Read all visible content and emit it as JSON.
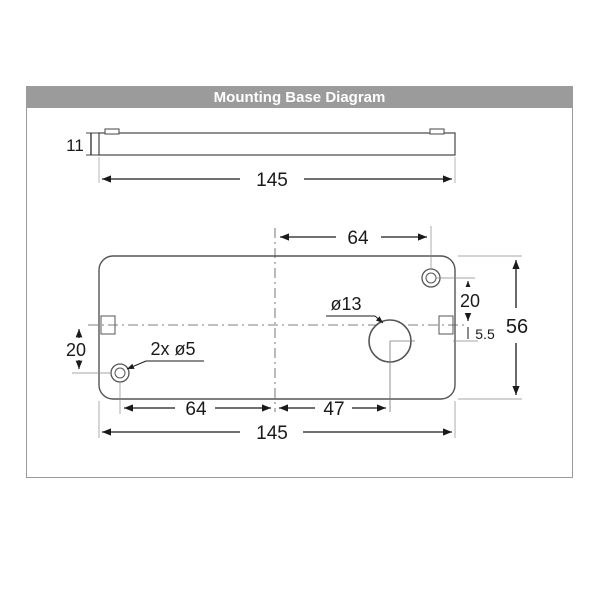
{
  "diagram": {
    "title": "Mounting Base Diagram",
    "side_view": {
      "thickness_label": "11",
      "width_label": "145"
    },
    "top_view": {
      "top_offset_label": "64",
      "large_hole_label": "ø13",
      "right_hole_offset_label": "20",
      "height_label": "56",
      "small_offset_label": "5.5",
      "left_hole_offset_label": "20",
      "small_holes_label": "2x ø5",
      "bottom_left_label": "64",
      "bottom_right_label": "47",
      "overall_width_label": "145"
    }
  }
}
